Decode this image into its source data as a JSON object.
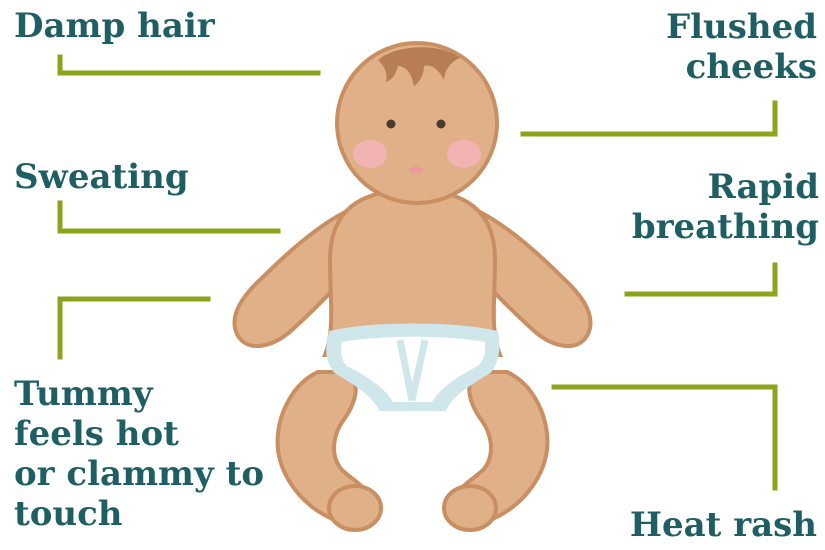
{
  "labels": {
    "damp_hair": "Damp hair",
    "flushed_cheeks": "Flushed\ncheeks",
    "sweating": "Sweating",
    "rapid_breathing": "Rapid\nbreathing",
    "tummy": "Tummy\nfeels hot\nor clammy to\ntouch",
    "heat_rash": "Heat rash"
  },
  "colors": {
    "text": "#1f5f63",
    "leader_line": "#8aa51b",
    "skin": "#e0b088",
    "skin_outline": "#c98f62",
    "hair": "#b77e55",
    "cheeks": "#f2b4b3",
    "nappy": "#ffffff",
    "nappy_trim": "#cfe7ea"
  }
}
